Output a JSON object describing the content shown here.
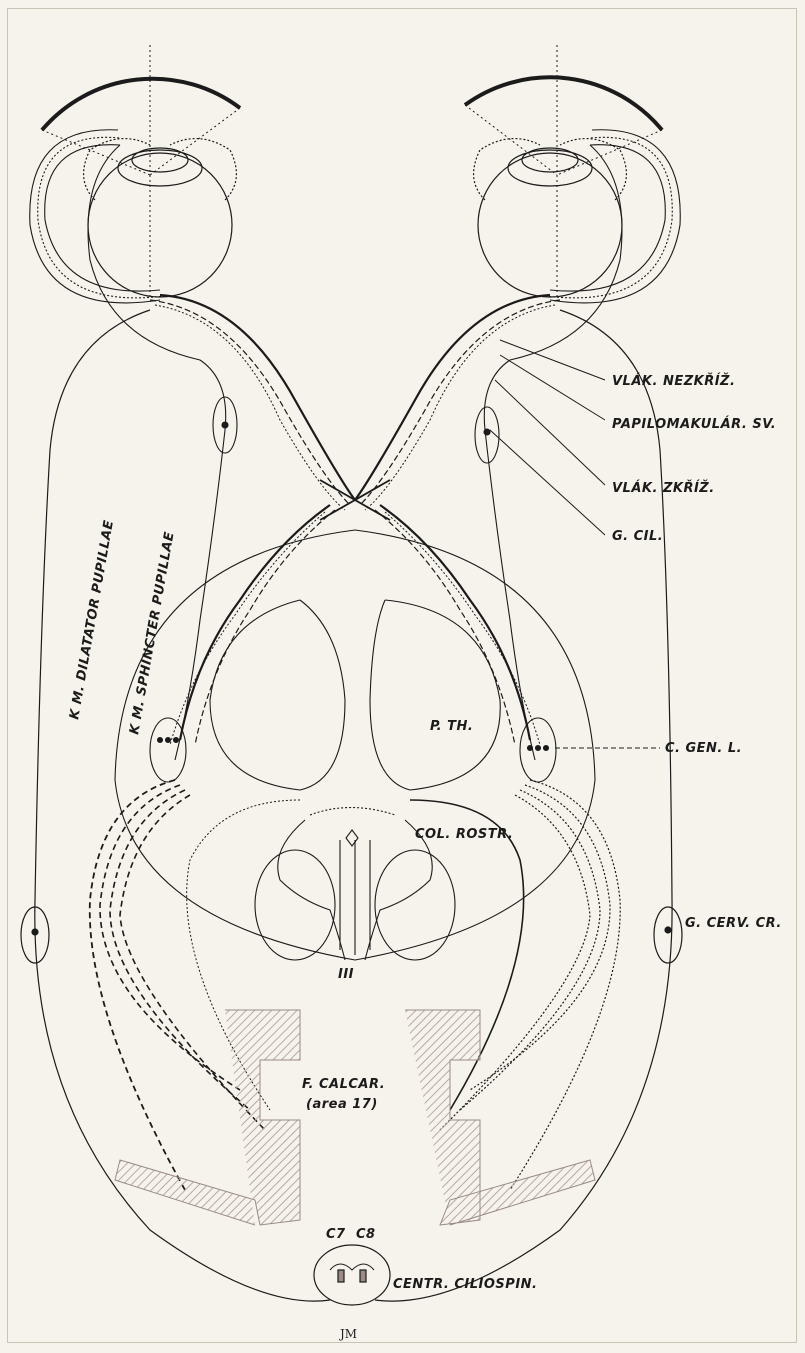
{
  "labels": {
    "vlak_nezkriz": "VLÁK. NEZKŘÍŽ.",
    "papilomakular": "PAPILOMAKULÁR. SV.",
    "vlak_zkriz": "VLÁK. ZKŘÍŽ.",
    "g_cil": "G. CIL.",
    "k_m_dilatator": "K M. DILATATOR PUPILLAE",
    "k_m_sphincter": "K M. SPHINCTER PUPILLAE",
    "p_th": "P. TH.",
    "c_gen_l": "C. GEN. L.",
    "col_rostr": "COL. ROSTR.",
    "g_cerv_cr": "G. CERV. CR.",
    "iii": "III",
    "f_calcar": "F. CALCAR.",
    "area_17": "(area 17)",
    "c7": "C7",
    "c8": "C8",
    "centr_ciliospin": "CENTR. CILIOSPIN.",
    "signature": "JM"
  },
  "colors": {
    "paper": "#f6f3ec",
    "ink": "#1b1b1b",
    "hatch": "#b8a9a6"
  }
}
